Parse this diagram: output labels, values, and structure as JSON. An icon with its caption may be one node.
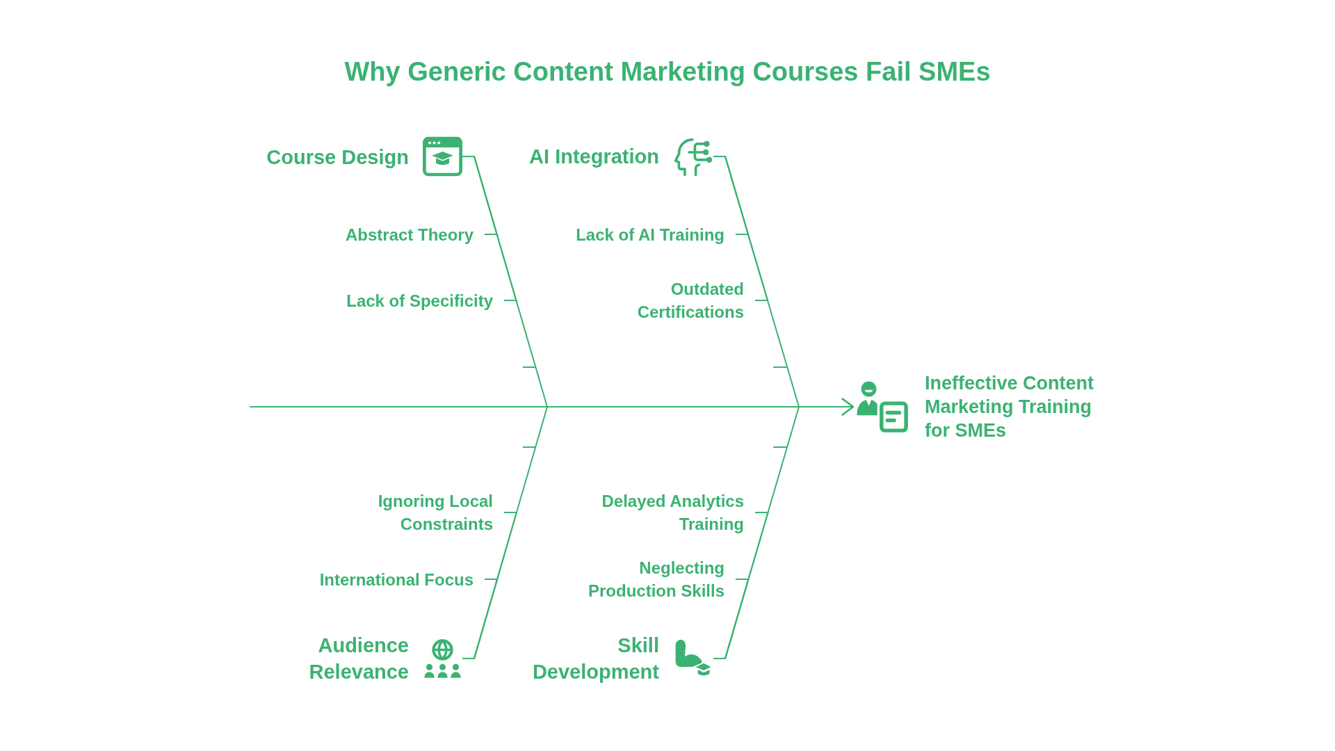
{
  "diagram": {
    "title": "Why Generic Content Marketing Courses Fail SMEs",
    "nodes": [
      {
        "text": [
          "Course Design"
        ]
      },
      {
        "text": [
          "AI Integration"
        ]
      },
      {
        "text": [
          "Abstract Theory"
        ]
      },
      {
        "text": [
          "Lack of AI Training"
        ]
      },
      {
        "text": [
          "Lack of Specificity"
        ]
      },
      {
        "text": [
          "Outdated Certifications"
        ]
      },
      {
        "text": [
          "Ineffective Content Marketing Training for SMEs"
        ]
      },
      {
        "text": [
          "Ignoring Local Constraints"
        ]
      },
      {
        "text": [
          "Delayed Analytics Training"
        ]
      },
      {
        "text": [
          "International Focus"
        ]
      },
      {
        "text": [
          "Neglecting Production Skills"
        ]
      },
      {
        "text": [
          "Audience Relevance"
        ]
      },
      {
        "text": [
          "Skill Development"
        ]
      }
    ],
    "edges": [
      {
        "from": null,
        "to": 6,
        "arrow": "to"
      },
      {
        "from": 0,
        "to": 6,
        "arrow": "to"
      },
      {
        "from": 1,
        "to": 6,
        "arrow": "to"
      },
      {
        "from": 11,
        "to": 6,
        "arrow": "to"
      },
      {
        "from": 12,
        "to": 6,
        "arrow": "to"
      },
      {
        "from": 2,
        "to": 0,
        "arrow": "none"
      },
      {
        "from": 4,
        "to": 0,
        "arrow": "none"
      },
      {
        "from": 3,
        "to": 1,
        "arrow": "none"
      },
      {
        "from": 5,
        "to": 1,
        "arrow": "none"
      },
      {
        "from": 7,
        "to": 11,
        "arrow": "none"
      },
      {
        "from": 9,
        "to": 11,
        "arrow": "none"
      },
      {
        "from": 8,
        "to": 12,
        "arrow": "none"
      },
      {
        "from": 10,
        "to": 12,
        "arrow": "none"
      }
    ]
  }
}
